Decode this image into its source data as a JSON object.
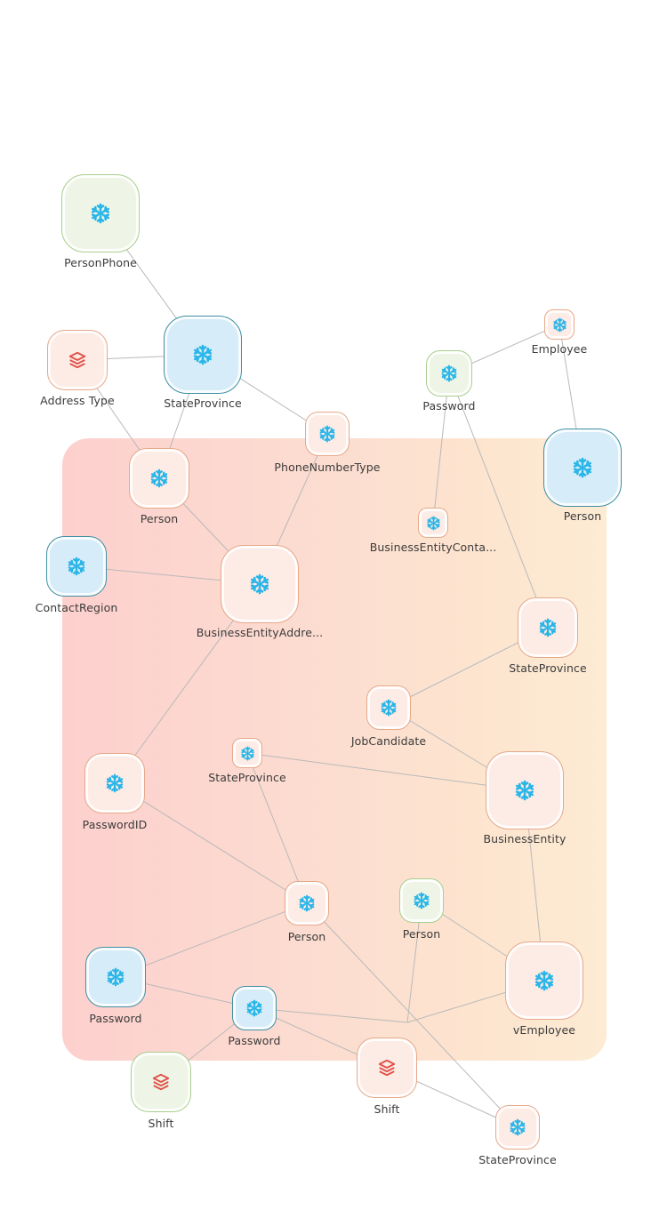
{
  "diagram": {
    "colors": {
      "edge": "#b9b9b9",
      "snowflake": "#29b5e8",
      "stack": "#e0524a"
    },
    "nodes": [
      {
        "id": "personphone",
        "label": "PersonPhone",
        "type": "green",
        "icon": "snowflake-icon"
      },
      {
        "id": "stateprovince-top",
        "label": "StateProvince",
        "type": "blue",
        "icon": "snowflake-icon"
      },
      {
        "id": "address-type",
        "label": "Address Type",
        "type": "orange",
        "icon": "stack-icon"
      },
      {
        "id": "phonenumbertype",
        "label": "PhoneNumberType",
        "type": "orange",
        "icon": "snowflake-icon"
      },
      {
        "id": "person-upper",
        "label": "Person",
        "type": "orange",
        "icon": "snowflake-icon"
      },
      {
        "id": "employee",
        "label": "Employee",
        "type": "orange",
        "icon": "snowflake-icon"
      },
      {
        "id": "password-upper",
        "label": "Password",
        "type": "green",
        "icon": "snowflake-icon"
      },
      {
        "id": "person-right",
        "label": "Person",
        "type": "blue",
        "icon": "snowflake-icon"
      },
      {
        "id": "businessentityconta",
        "label": "BusinessEntityConta...",
        "type": "orange",
        "icon": "snowflake-icon"
      },
      {
        "id": "contactregion",
        "label": "ContactRegion",
        "type": "blue",
        "icon": "snowflake-icon"
      },
      {
        "id": "businessentityaddre",
        "label": "BusinessEntityAddre...",
        "type": "orange",
        "icon": "snowflake-icon"
      },
      {
        "id": "stateprovince-right",
        "label": "StateProvince",
        "type": "orange",
        "icon": "snowflake-icon"
      },
      {
        "id": "jobcandidate",
        "label": "JobCandidate",
        "type": "orange",
        "icon": "snowflake-icon"
      },
      {
        "id": "stateprovince-mid",
        "label": "StateProvince",
        "type": "orange",
        "icon": "snowflake-icon"
      },
      {
        "id": "passwordid",
        "label": "PasswordID",
        "type": "orange",
        "icon": "snowflake-icon"
      },
      {
        "id": "businessentity",
        "label": "BusinessEntity",
        "type": "orange",
        "icon": "snowflake-icon"
      },
      {
        "id": "person-center",
        "label": "Person",
        "type": "orange",
        "icon": "snowflake-icon"
      },
      {
        "id": "person-green",
        "label": "Person",
        "type": "green",
        "icon": "snowflake-icon"
      },
      {
        "id": "password-left",
        "label": "Password",
        "type": "blue",
        "icon": "snowflake-icon"
      },
      {
        "id": "password-bottom",
        "label": "Password",
        "type": "blue",
        "icon": "snowflake-icon"
      },
      {
        "id": "vemployee",
        "label": "vEmployee",
        "type": "orange",
        "icon": "snowflake-icon"
      },
      {
        "id": "shift-left",
        "label": "Shift",
        "type": "green",
        "icon": "stack-icon"
      },
      {
        "id": "shift-right",
        "label": "Shift",
        "type": "orange",
        "icon": "stack-icon"
      },
      {
        "id": "stateprovince-bottom",
        "label": "StateProvince",
        "type": "orange",
        "icon": "snowflake-icon"
      }
    ],
    "edges": [
      [
        "personphone",
        "stateprovince-top"
      ],
      [
        "address-type",
        "stateprovince-top"
      ],
      [
        "address-type",
        "person-upper"
      ],
      [
        "stateprovince-top",
        "person-upper"
      ],
      [
        "stateprovince-top",
        "phonenumbertype"
      ],
      [
        "phonenumbertype",
        "businessentityaddre"
      ],
      [
        "person-upper",
        "businessentityaddre"
      ],
      [
        "contactregion",
        "businessentityaddre"
      ],
      [
        "businessentityaddre",
        "passwordid"
      ],
      [
        "employee",
        "password-upper"
      ],
      [
        "employee",
        "person-right"
      ],
      [
        "password-upper",
        "businessentityconta"
      ],
      [
        "password-upper",
        "stateprovince-right"
      ],
      [
        "stateprovince-right",
        "jobcandidate"
      ],
      [
        "jobcandidate",
        "businessentity"
      ],
      [
        "stateprovince-mid",
        "businessentity"
      ],
      [
        "stateprovince-mid",
        "person-center"
      ],
      [
        "businessentity",
        "vemployee"
      ],
      [
        "passwordid",
        "person-center"
      ],
      [
        "person-center",
        "password-left"
      ],
      [
        "person-center",
        "stateprovince-bottom"
      ],
      [
        "person-green",
        "vemployee"
      ],
      [
        "password-left",
        "password-bottom"
      ],
      [
        "password-bottom",
        "shift-left"
      ],
      [
        "password-bottom",
        "shift-right"
      ],
      [
        "shift-right",
        "stateprovince-bottom"
      ],
      [
        "password-bottom",
        "junction"
      ],
      [
        "person-green",
        "junction"
      ],
      [
        "vemployee",
        "junction"
      ]
    ]
  }
}
